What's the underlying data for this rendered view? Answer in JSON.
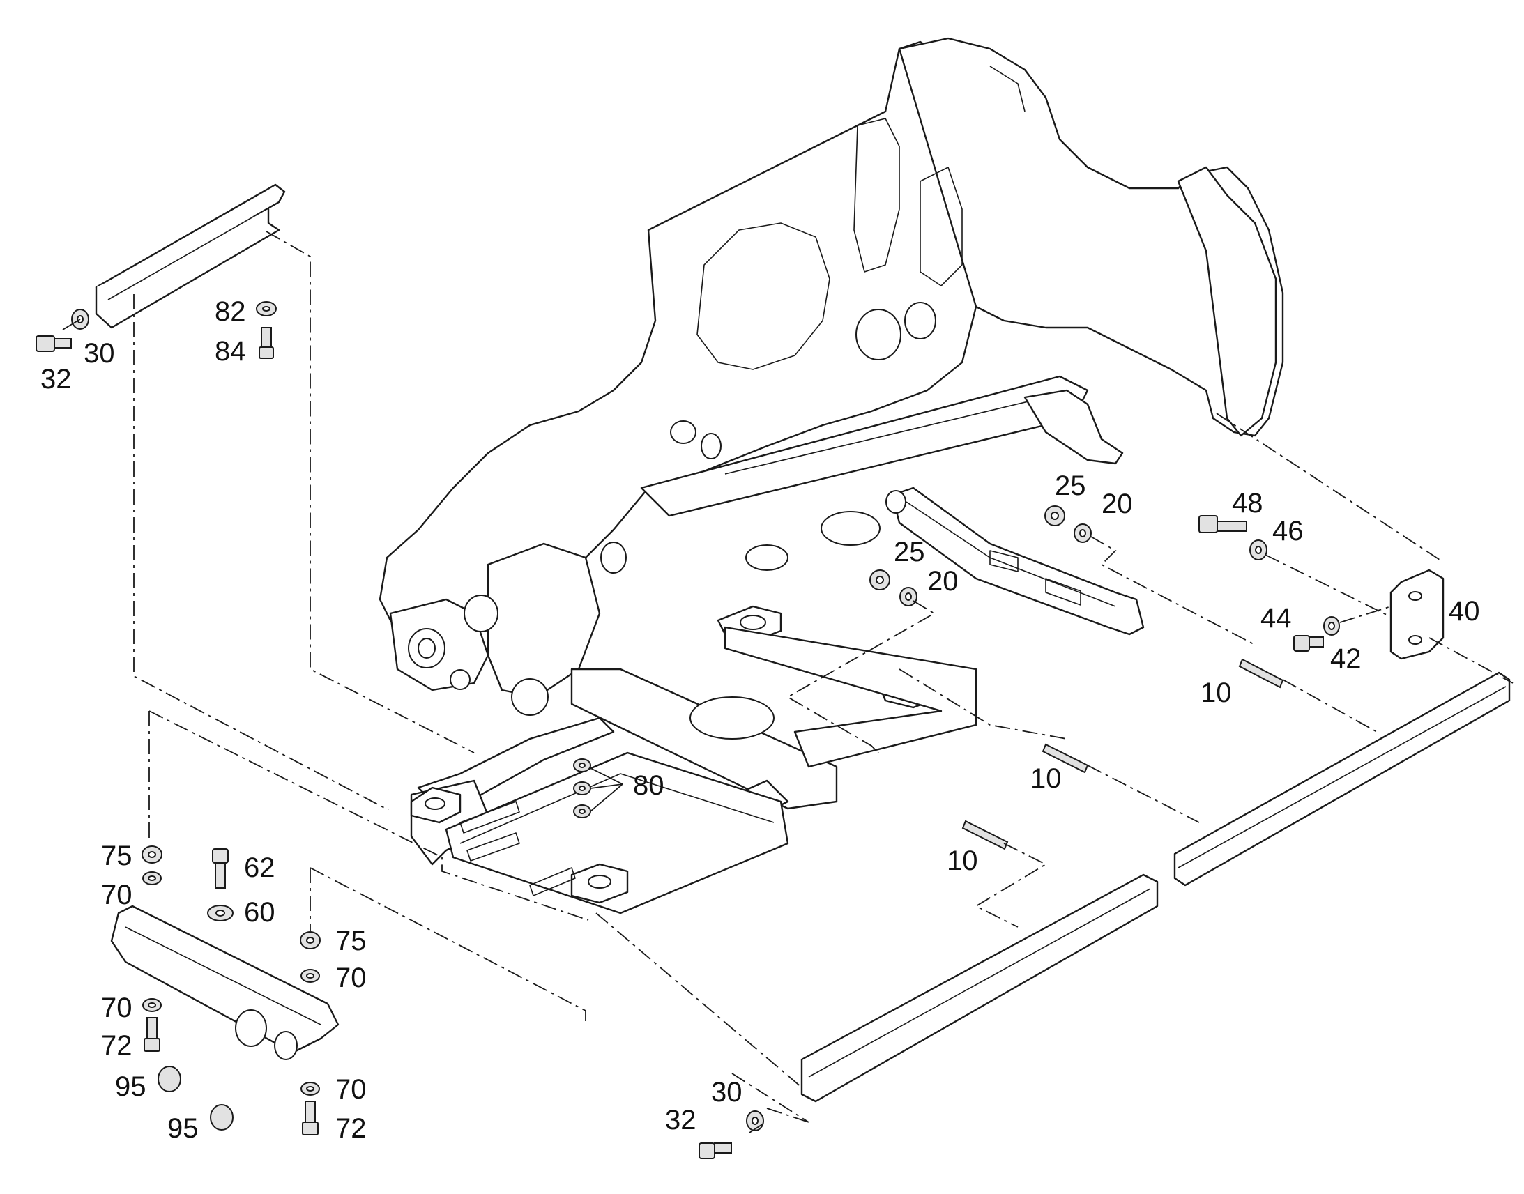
{
  "callouts": [
    {
      "id": "c-32-tl",
      "text": "32"
    },
    {
      "id": "c-30-tl",
      "text": "30"
    },
    {
      "id": "c-82",
      "text": "82"
    },
    {
      "id": "c-84",
      "text": "84"
    },
    {
      "id": "c-25-a",
      "text": "25"
    },
    {
      "id": "c-20-a",
      "text": "20"
    },
    {
      "id": "c-48",
      "text": "48"
    },
    {
      "id": "c-46",
      "text": "46"
    },
    {
      "id": "c-25-b",
      "text": "25"
    },
    {
      "id": "c-20-b",
      "text": "20"
    },
    {
      "id": "c-44",
      "text": "44"
    },
    {
      "id": "c-40",
      "text": "40"
    },
    {
      "id": "c-42",
      "text": "42"
    },
    {
      "id": "c-10-a",
      "text": "10"
    },
    {
      "id": "c-10-b",
      "text": "10"
    },
    {
      "id": "c-10-c",
      "text": "10"
    },
    {
      "id": "c-80",
      "text": "80"
    },
    {
      "id": "c-75-a",
      "text": "75"
    },
    {
      "id": "c-70-a",
      "text": "70"
    },
    {
      "id": "c-62",
      "text": "62"
    },
    {
      "id": "c-60",
      "text": "60"
    },
    {
      "id": "c-75-b",
      "text": "75"
    },
    {
      "id": "c-70-b",
      "text": "70"
    },
    {
      "id": "c-70-c",
      "text": "70"
    },
    {
      "id": "c-72-a",
      "text": "72"
    },
    {
      "id": "c-70-d",
      "text": "70"
    },
    {
      "id": "c-95-a",
      "text": "95"
    },
    {
      "id": "c-95-b",
      "text": "95"
    },
    {
      "id": "c-72-b",
      "text": "72"
    },
    {
      "id": "c-30-bm",
      "text": "30"
    },
    {
      "id": "c-32-bm",
      "text": "32"
    }
  ]
}
